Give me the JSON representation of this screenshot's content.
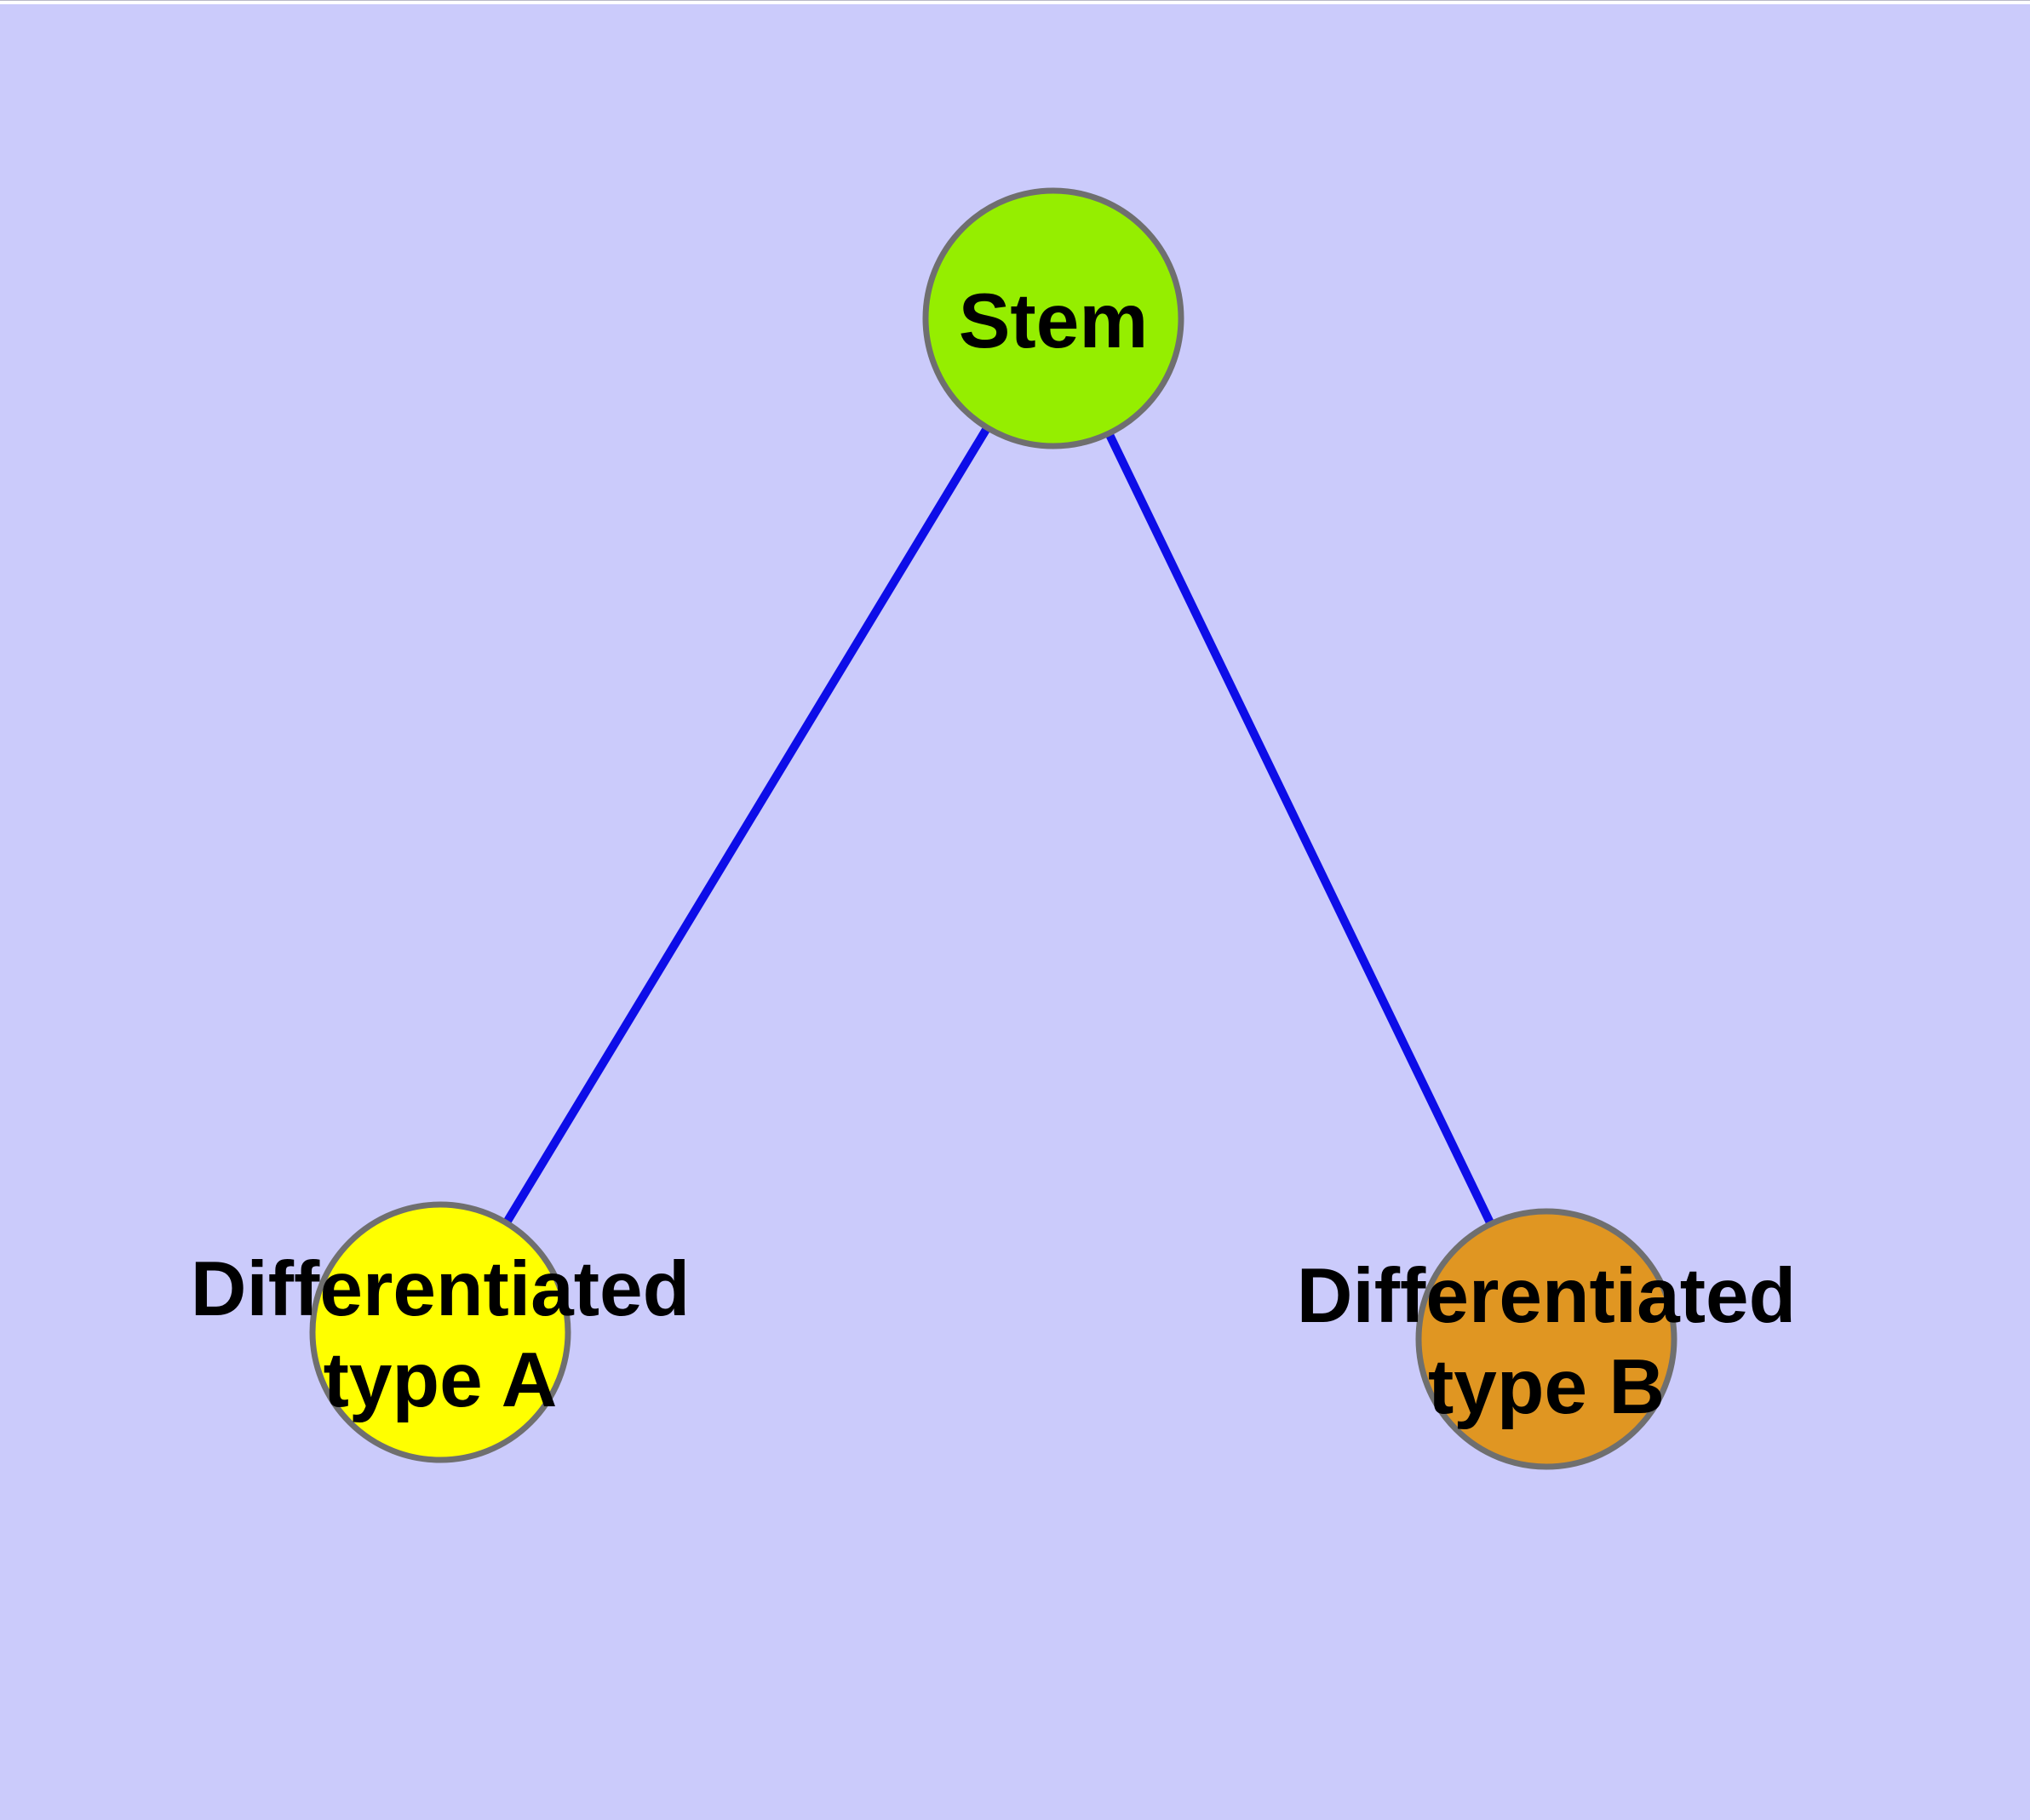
{
  "canvas": {
    "background": "#CBCBFB",
    "top_edge_color": "#FFFFFF"
  },
  "diagram": {
    "type": "graph",
    "description": "Stem cell differentiation tree: one stem node with two differentiated child types",
    "background": "#CBCBFB",
    "node_border_color": "#6F6F6F",
    "edge_color": "#0D0DE8",
    "label_color": "#000000",
    "nodes": [
      {
        "id": "stem",
        "label": "Stem",
        "fill": "#95EE00"
      },
      {
        "id": "differentiated-type-a",
        "label": "Differentiated type A",
        "label_line1": "Differentiated",
        "label_line2": "type A",
        "fill": "#FFFF00"
      },
      {
        "id": "differentiated-type-b",
        "label": "Differentiated type B",
        "label_line1": "Differentiated",
        "label_line2": "type B",
        "fill": "#E09622"
      }
    ],
    "edges": [
      {
        "from": "Stem",
        "to": "Differentiated type A"
      },
      {
        "from": "Stem",
        "to": "Differentiated type B"
      }
    ]
  }
}
